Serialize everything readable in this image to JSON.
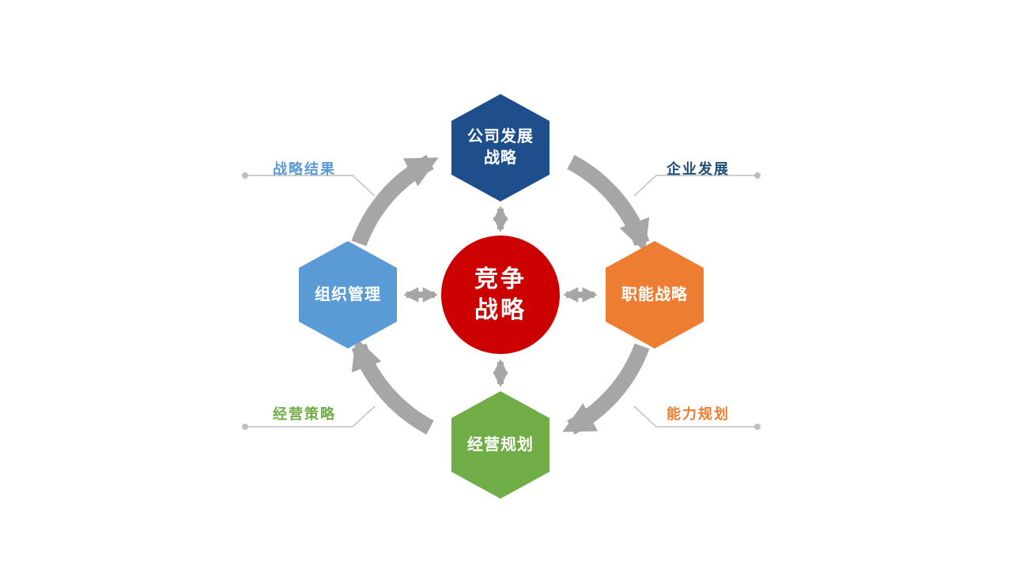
{
  "slide": {
    "background": "#ffffff"
  },
  "diagram": {
    "center": {
      "line1": "竞争",
      "line2": "战略",
      "color": "#cc0000"
    },
    "nodes": {
      "top": {
        "line1": "公司发展",
        "line2": "战略",
        "color": "#1f4e8c"
      },
      "right": {
        "label": "职能战略",
        "color": "#ed7d31"
      },
      "bottom": {
        "label": "经营规划",
        "color": "#70ad47"
      },
      "left": {
        "label": "组织管理",
        "color": "#5b9bd5"
      }
    },
    "callouts": {
      "top_left": {
        "label": "战略结果",
        "color": "#5b9bd5"
      },
      "top_right": {
        "label": "企业发展",
        "color": "#1f4e79"
      },
      "bottom_left": {
        "label": "经营策略",
        "color": "#70ad47"
      },
      "bottom_right": {
        "label": "能力规划",
        "color": "#ed7d31"
      }
    },
    "connector_color": "#a6a6a6",
    "leader_line_color": "#bfbfbf"
  }
}
